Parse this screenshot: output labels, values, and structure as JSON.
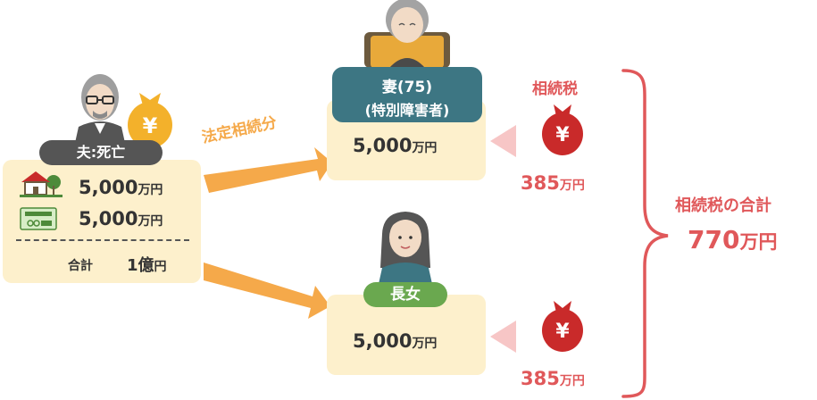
{
  "husband": {
    "label": "夫:死亡",
    "assets": [
      {
        "icon": "house-icon",
        "amount": "5,000",
        "unit": "万円"
      },
      {
        "icon": "cash-icon",
        "amount": "5,000",
        "unit": "万円"
      }
    ],
    "total_label": "合計",
    "total_value": "1億",
    "total_unit": "円"
  },
  "arrow_label": "法定相続分",
  "wife": {
    "label_line1": "妻(75)",
    "label_line2": "(特別障害者)",
    "amount": "5,000",
    "unit": "万円",
    "tax_amount": "385",
    "tax_unit": "万円"
  },
  "tax_title": "相続税",
  "daughter": {
    "label": "長女",
    "amount": "5,000",
    "unit": "万円",
    "tax_amount": "385",
    "tax_unit": "万円"
  },
  "total_tax": {
    "label": "相続税の合計",
    "amount": "770",
    "unit": "万円"
  },
  "colors": {
    "panel": "#fdf0cc",
    "arrow": "#f5a94a",
    "tax_red": "#e0585a",
    "wife_header": "#3d7683",
    "daughter_pill": "#6aa84f",
    "husband_pill": "#555555",
    "gold_bag": "#f3b12b",
    "pink_arrow": "#f7c6c6"
  }
}
